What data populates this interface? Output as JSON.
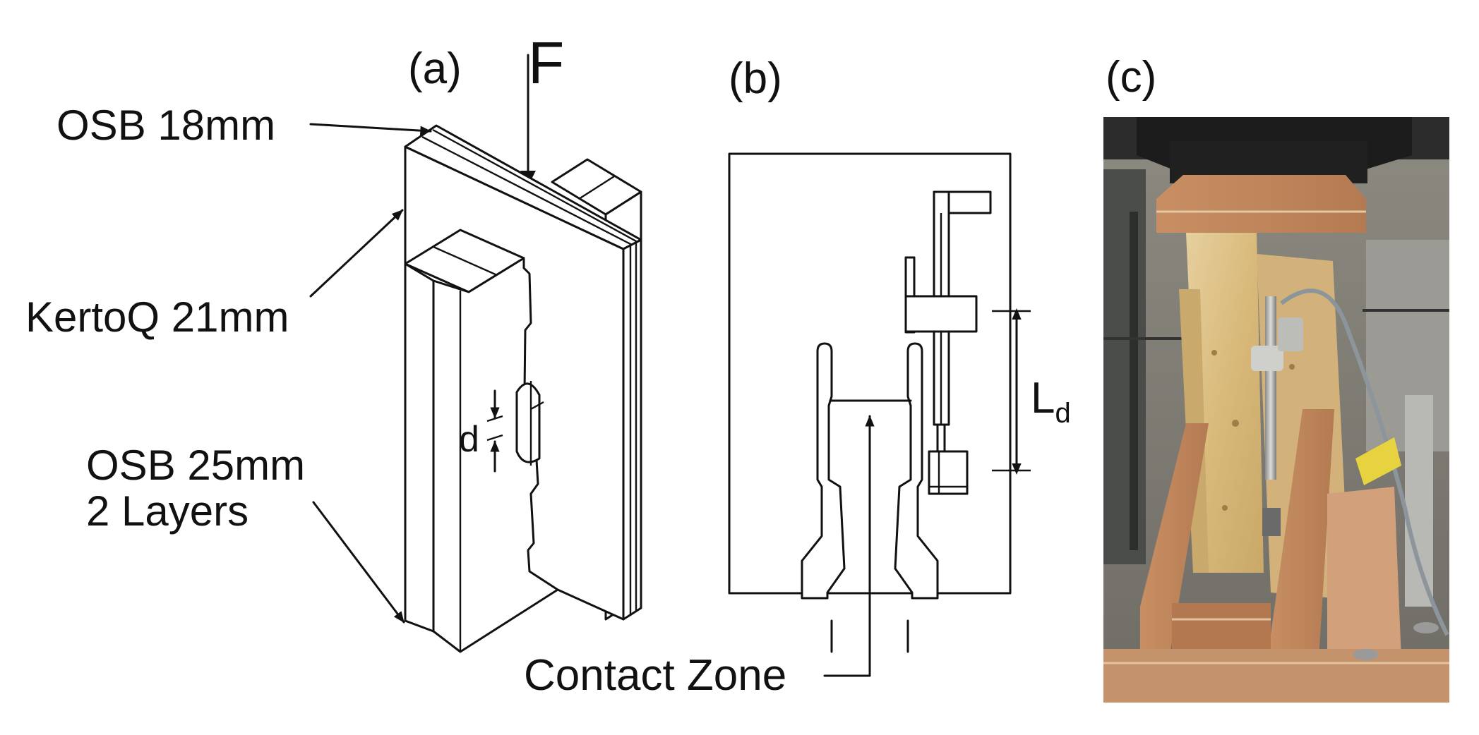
{
  "panels": {
    "a": {
      "label": "(a)",
      "force": "F",
      "osb_top": "OSB 18mm",
      "kerto": "KertoQ 21mm",
      "osb_bottom_line1": "OSB 25mm",
      "osb_bottom_line2": "2 Layers",
      "dimension_d": "d"
    },
    "b": {
      "label": "(b)",
      "length_main": "L",
      "length_sub": "d",
      "contact_zone": "Contact Zone"
    },
    "c": {
      "label": "(c)"
    }
  },
  "colors": {
    "line": "#111111",
    "background": "#ffffff",
    "steel_dark": "#1c1c1c",
    "osb": "#d9bf8c",
    "plywood": "#c9926a"
  }
}
